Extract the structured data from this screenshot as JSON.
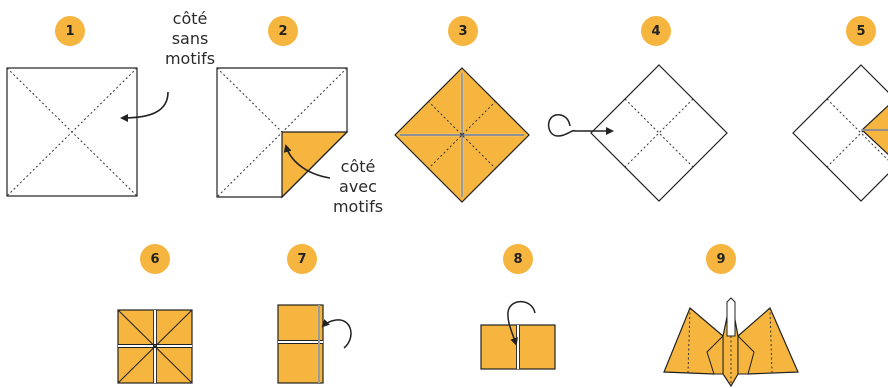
{
  "steps": [
    {
      "number": "1"
    },
    {
      "number": "2"
    },
    {
      "number": "3"
    },
    {
      "number": "4"
    },
    {
      "number": "5"
    },
    {
      "number": "6"
    },
    {
      "number": "7"
    },
    {
      "number": "8"
    },
    {
      "number": "9"
    }
  ],
  "labels": {
    "plain_side": "côté\nsans\nmotifs",
    "patterned_side": "côté\navec\nmotifs"
  },
  "colors": {
    "paper_orange": "#f6b53f",
    "badge": "#f6b53f",
    "line": "#222222"
  }
}
